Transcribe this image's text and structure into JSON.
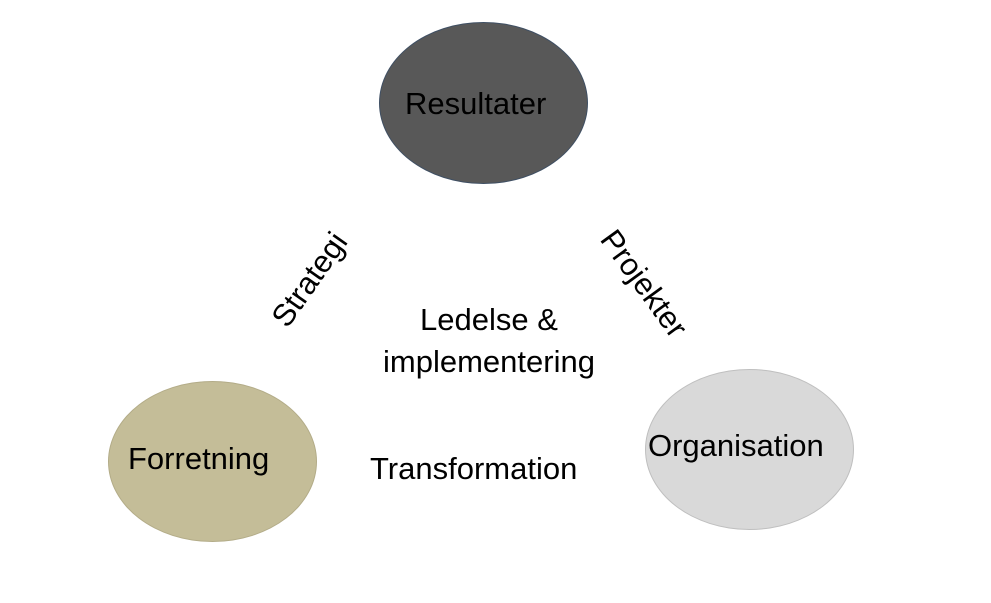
{
  "diagram": {
    "nodes": {
      "resultater": {
        "label": "Resultater",
        "fill": "#585858",
        "border": "#3f4f63"
      },
      "forretning": {
        "label": "Forretning",
        "fill": "#c4bd98",
        "border": "#b3ac88"
      },
      "organisation": {
        "label": "Organisation",
        "fill": "#d9d9d9",
        "border": "#bfbfbf"
      }
    },
    "edges": {
      "strategi": "Strategi",
      "projekter": "Projekter"
    },
    "center": {
      "line1": "Ledelse &",
      "line2": "implementering",
      "transformation": "Transformation"
    }
  }
}
